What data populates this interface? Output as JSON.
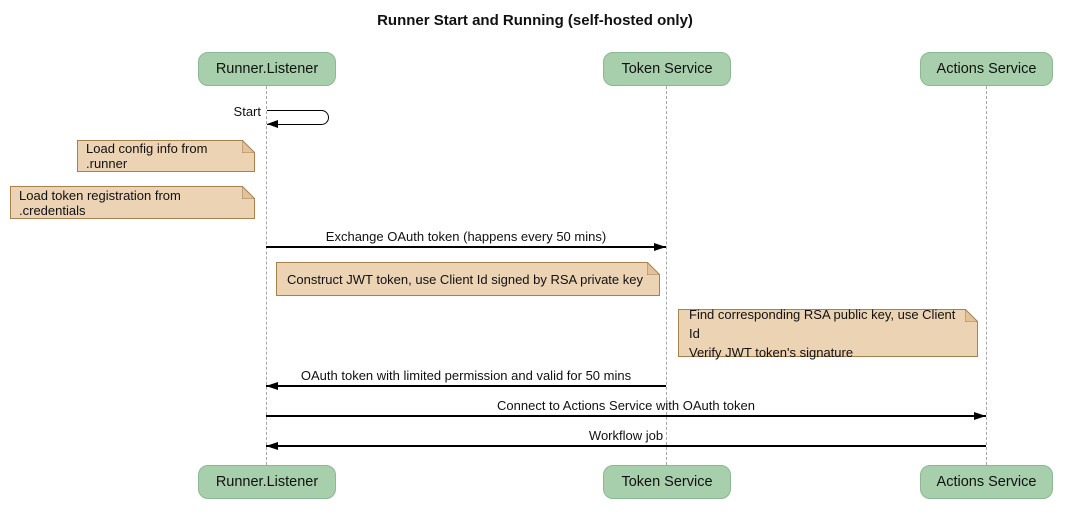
{
  "diagram": {
    "type": "sequence",
    "title": "Runner Start and Running (self-hosted only)"
  },
  "colors": {
    "participant_fill": "#a8cfac",
    "participant_border": "#8cb790",
    "note_fill": "#ebd3b4",
    "note_border": "#a8804e",
    "note_fold": "#e2c29a",
    "lifeline_color": "#a6a6a6",
    "line_color": "#000000",
    "text_color": "#111111",
    "bg": "#ffffff"
  },
  "participants": [
    {
      "id": "runner-listener",
      "label": "Runner.Listener"
    },
    {
      "id": "token-service",
      "label": "Token Service"
    },
    {
      "id": "actions-service",
      "label": "Actions Service"
    }
  ],
  "messages": [
    {
      "kind": "self",
      "from": "Runner.Listener",
      "to": "Runner.Listener",
      "label": "Start"
    },
    {
      "kind": "note",
      "anchor": "left of Runner.Listener",
      "text": "Load config info from .runner"
    },
    {
      "kind": "note",
      "anchor": "left of Runner.Listener",
      "text": "Load token registration from .credentials"
    },
    {
      "kind": "arrow",
      "from": "Runner.Listener",
      "to": "Token Service",
      "label": "Exchange OAuth token (happens every 50 mins)"
    },
    {
      "kind": "note",
      "anchor": "right of Runner.Listener",
      "text": "Construct JWT token, use Client Id signed by RSA private key"
    },
    {
      "kind": "note",
      "anchor": "right of Token Service",
      "lines": [
        "Find corresponding RSA public key, use Client Id",
        "Verify JWT token's signature"
      ]
    },
    {
      "kind": "arrow",
      "from": "Token Service",
      "to": "Runner.Listener",
      "label": "OAuth token with limited permission and valid for 50 mins"
    },
    {
      "kind": "arrow",
      "from": "Runner.Listener",
      "to": "Actions Service",
      "label": "Connect to Actions Service with OAuth token"
    },
    {
      "kind": "arrow",
      "from": "Actions Service",
      "to": "Runner.Listener",
      "label": "Workflow job"
    }
  ]
}
